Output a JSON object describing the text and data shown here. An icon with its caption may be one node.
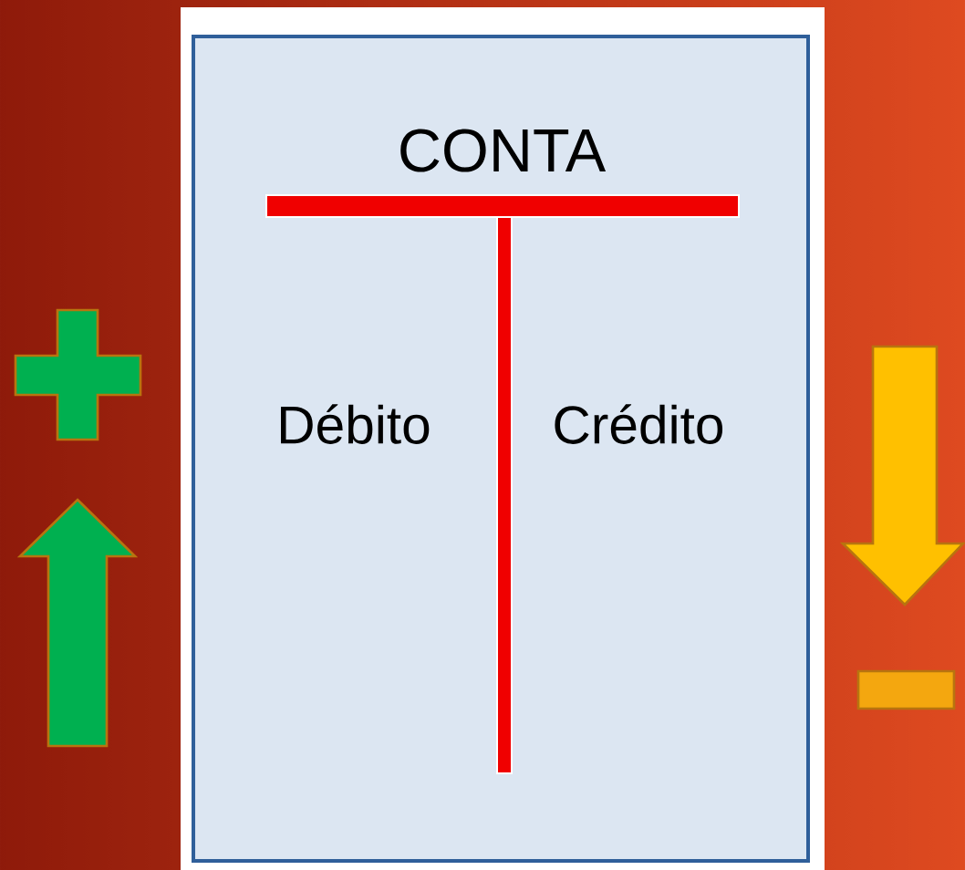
{
  "diagram": {
    "title": "CONTA",
    "labels": [
      "Débito",
      "Crédito"
    ]
  }
}
